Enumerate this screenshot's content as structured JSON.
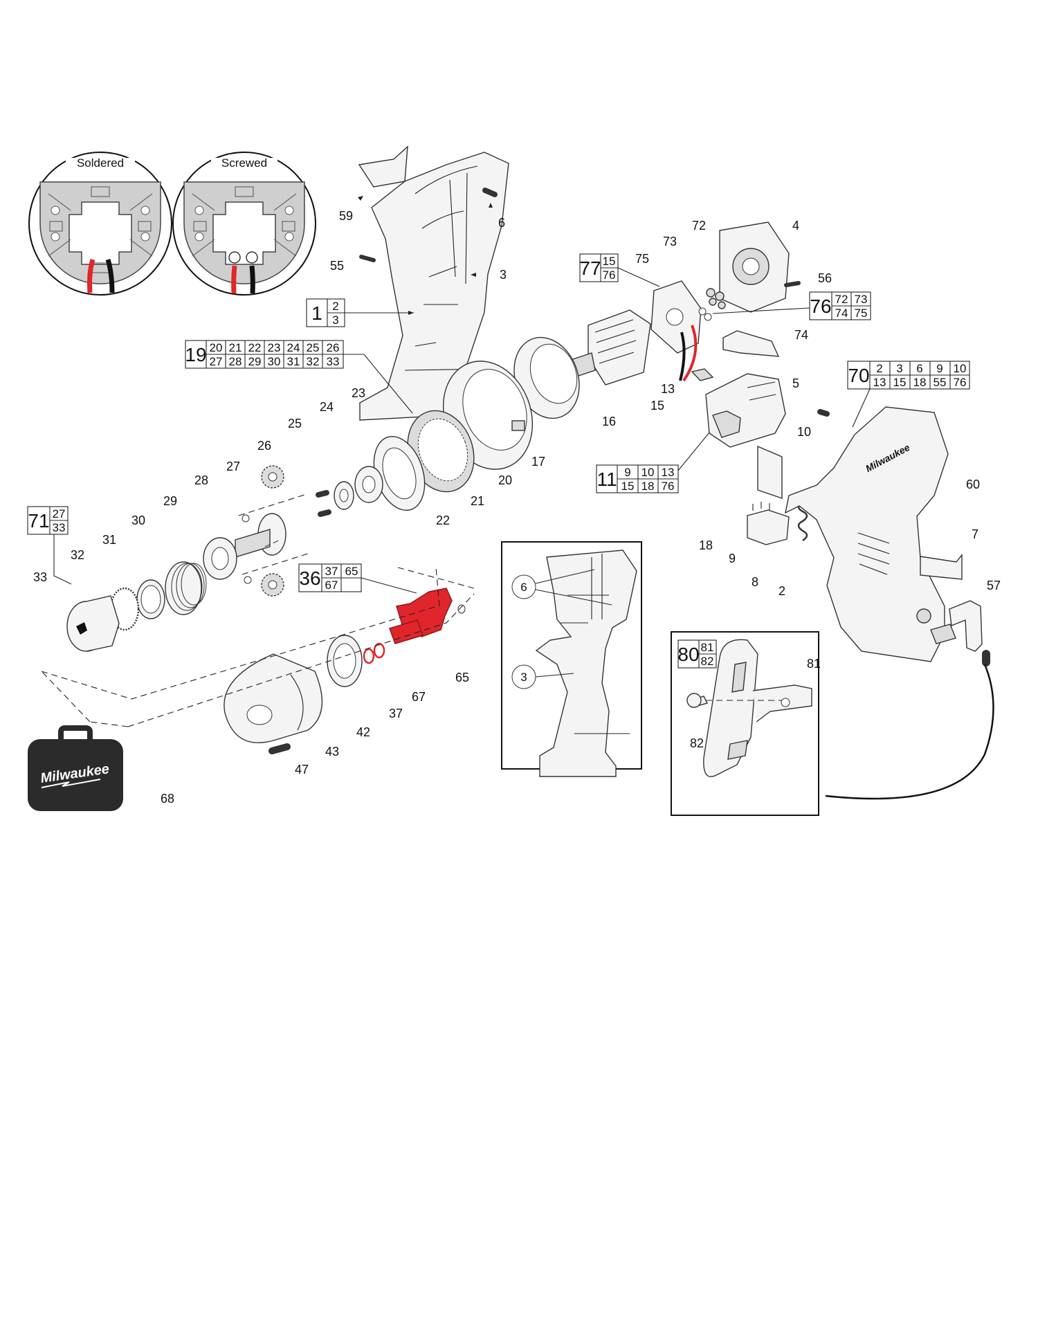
{
  "callouts": {
    "c59": "59",
    "c6": "6",
    "c55": "55",
    "c3": "3",
    "c72": "72",
    "c4": "4",
    "c73": "73",
    "c75": "75",
    "c56": "56",
    "c74": "74",
    "c5": "5",
    "c13": "13",
    "c15": "15",
    "c16": "16",
    "c10": "10",
    "c17": "17",
    "c20": "20",
    "c21": "21",
    "c22": "22",
    "c23": "23",
    "c24": "24",
    "c25": "25",
    "c26": "26",
    "c27": "27",
    "c28": "28",
    "c29": "29",
    "c30": "30",
    "c31": "31",
    "c32": "32",
    "c33": "33",
    "c18": "18",
    "c9": "9",
    "c8": "8",
    "c60": "60",
    "c7": "7",
    "c57": "57",
    "c2": "2",
    "c65": "65",
    "c67": "67",
    "c37": "37",
    "c42": "42",
    "c43": "43",
    "c47": "47",
    "c68": "68",
    "c81": "81",
    "c82": "82",
    "inset_6": "6",
    "inset_3": "3"
  },
  "kits": {
    "k1": {
      "main": "1",
      "row1": [
        "2"
      ],
      "row2": [
        "3"
      ]
    },
    "k77": {
      "main": "77",
      "row1": [
        "15"
      ],
      "row2": [
        "76"
      ]
    },
    "k76": {
      "main": "76",
      "row1": [
        "72",
        "73"
      ],
      "row2": [
        "74",
        "75"
      ]
    },
    "k19": {
      "main": "19",
      "row1": [
        "20",
        "21",
        "22",
        "23",
        "24",
        "25",
        "26"
      ],
      "row2": [
        "27",
        "28",
        "29",
        "30",
        "31",
        "32",
        "33"
      ]
    },
    "k70": {
      "main": "70",
      "row1": [
        "2",
        "3",
        "6",
        "9",
        "10"
      ],
      "row2": [
        "13",
        "15",
        "18",
        "55",
        "76"
      ]
    },
    "k11": {
      "main": "11",
      "row1": [
        "9",
        "10",
        "13"
      ],
      "row2": [
        "15",
        "18",
        "76"
      ]
    },
    "k71": {
      "main": "71",
      "row1": [
        "27"
      ],
      "row2": [
        "33"
      ]
    },
    "k36": {
      "main": "36",
      "row1": [
        "37",
        "65"
      ],
      "row2": [
        "67",
        ""
      ]
    },
    "k80": {
      "main": "80",
      "row1": [
        "81"
      ],
      "row2": [
        "82"
      ]
    }
  },
  "details": {
    "soldered": "Soldered",
    "screwed": "Screwed"
  },
  "brand": {
    "case_logo": "Milwaukee",
    "housing_logo": "Milwaukee"
  },
  "colors": {
    "highlight": "#e0262b",
    "wire_red": "#e0262b",
    "wire_black": "#111111",
    "case": "#2b2b2b"
  }
}
